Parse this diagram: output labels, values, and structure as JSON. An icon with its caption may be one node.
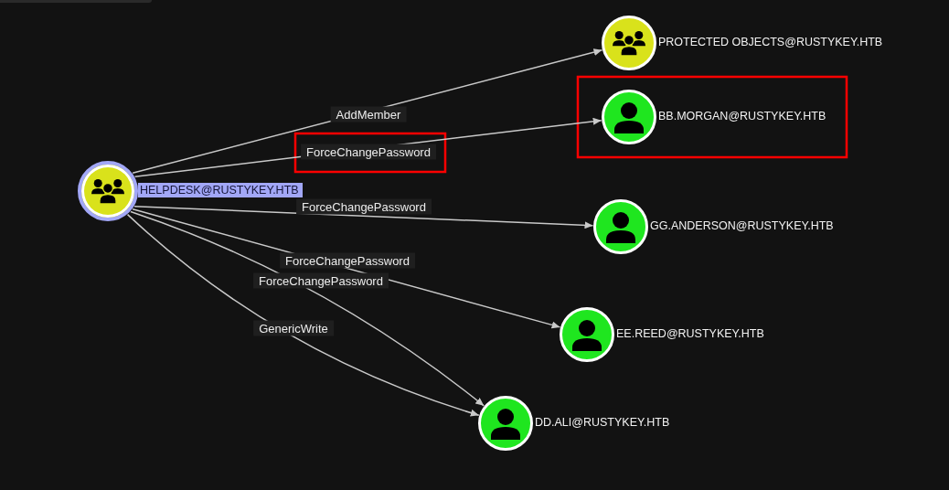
{
  "diagram": {
    "nodes": [
      {
        "text": [],
        "shape": "circle",
        "beside": [
          "HELPDESK@RUSTYKEY.HTB"
        ]
      },
      {
        "text": [],
        "shape": "circle",
        "beside": [
          "PROTECTED OBJECTS@RUSTYKEY.HTB"
        ]
      },
      {
        "text": [],
        "shape": "circle",
        "beside": [
          "BB.MORGAN@RUSTYKEY.HTB"
        ]
      },
      {
        "text": [],
        "shape": "circle",
        "beside": [
          "GG.ANDERSON@RUSTYKEY.HTB"
        ]
      },
      {
        "text": [],
        "shape": "circle",
        "beside": [
          "EE.REED@RUSTYKEY.HTB"
        ]
      },
      {
        "text": [],
        "shape": "circle",
        "beside": [
          "DD.ALI@RUSTYKEY.HTB"
        ]
      }
    ],
    "edges": [
      {
        "from": 0,
        "to": 1,
        "arrow": "to",
        "label": "AddMember"
      },
      {
        "from": 0,
        "to": 2,
        "arrow": "to",
        "label": "ForceChangePassword"
      },
      {
        "from": 0,
        "to": 3,
        "arrow": "to",
        "label": "ForceChangePassword"
      },
      {
        "from": 0,
        "to": 4,
        "arrow": "to",
        "label": "ForceChangePassword"
      },
      {
        "from": 0,
        "to": 5,
        "arrow": "to",
        "label": "ForceChangePassword"
      },
      {
        "from": 0,
        "to": 5,
        "arrow": "to",
        "label": "GenericWrite"
      }
    ]
  }
}
